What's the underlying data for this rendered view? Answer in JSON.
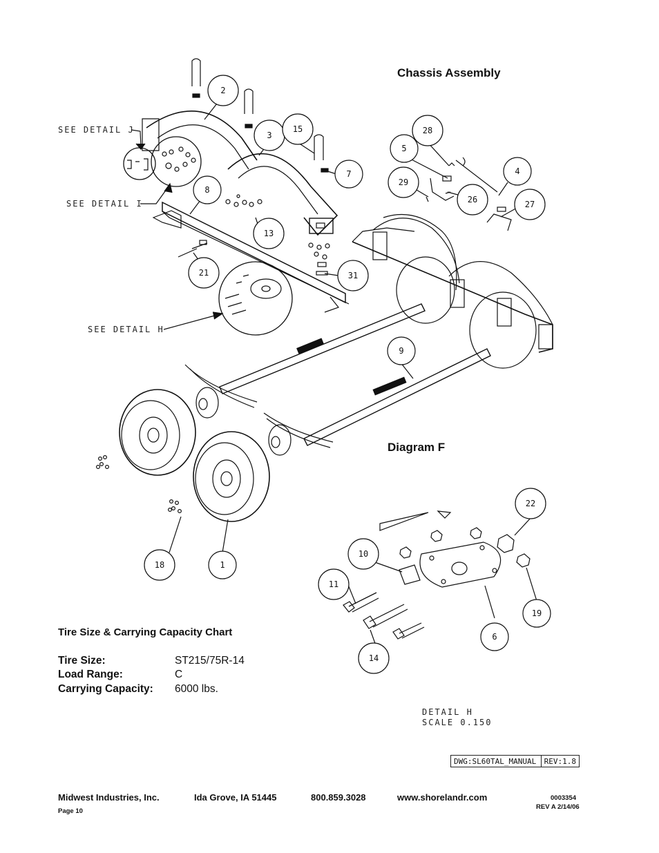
{
  "header": {
    "title": "Chassis Assembly",
    "diagram_label": "Diagram F"
  },
  "detail_refs": {
    "detail_j": "SEE DETAIL  J",
    "detail_i": "SEE DETAIL  I",
    "detail_h": "SEE DETAIL  H"
  },
  "callouts": [
    {
      "id": "c2",
      "label": "2"
    },
    {
      "id": "c3",
      "label": "3"
    },
    {
      "id": "c15",
      "label": "15"
    },
    {
      "id": "c7",
      "label": "7"
    },
    {
      "id": "c8",
      "label": "8"
    },
    {
      "id": "c13",
      "label": "13"
    },
    {
      "id": "c21",
      "label": "21"
    },
    {
      "id": "c31",
      "label": "31"
    },
    {
      "id": "c28",
      "label": "28"
    },
    {
      "id": "c5",
      "label": "5"
    },
    {
      "id": "c29",
      "label": "29"
    },
    {
      "id": "c26",
      "label": "26"
    },
    {
      "id": "c4",
      "label": "4"
    },
    {
      "id": "c27",
      "label": "27"
    },
    {
      "id": "c9",
      "label": "9"
    },
    {
      "id": "c18",
      "label": "18"
    },
    {
      "id": "c1",
      "label": "1"
    },
    {
      "id": "c22",
      "label": "22"
    },
    {
      "id": "c10",
      "label": "10"
    },
    {
      "id": "c11",
      "label": "11"
    },
    {
      "id": "c19",
      "label": "19"
    },
    {
      "id": "c6",
      "label": "6"
    },
    {
      "id": "c14",
      "label": "14"
    }
  ],
  "tire_chart": {
    "title": "Tire Size & Carrying Capacity Chart",
    "rows": [
      {
        "label": "Tire Size:",
        "value": "ST215/75R-14"
      },
      {
        "label": "Load Range:",
        "value": "C"
      },
      {
        "label": "Carrying Capacity:",
        "value": "6000 lbs."
      }
    ]
  },
  "detail_h_note": {
    "line1": "DETAIL  H",
    "line2": "SCALE  0.150"
  },
  "drawing_box": {
    "dwg": "DWG:SL60TAL_MANUAL",
    "rev": "REV:1.8"
  },
  "footer": {
    "company": "Midwest Industries, Inc.",
    "city": "Ida Grove, IA  51445",
    "phone": "800.859.3028",
    "website": "www.shorelandr.com",
    "doc_number": "0003354",
    "page": "Page 10",
    "revision": "REV A  2/14/06"
  }
}
